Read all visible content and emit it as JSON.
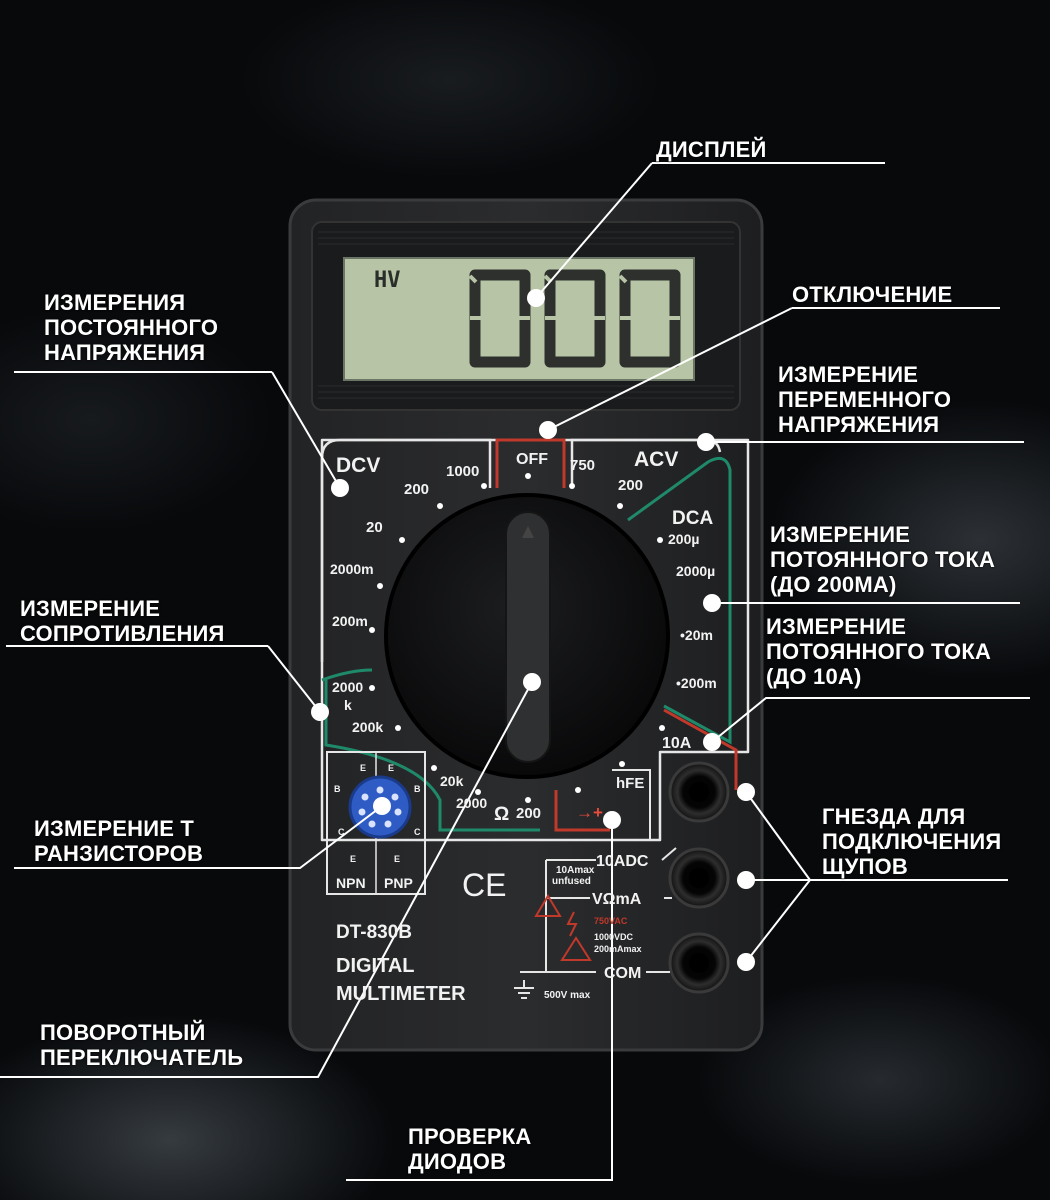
{
  "labels": {
    "display": "ДИСПЛЕЙ",
    "off_switch": "ОТКЛЮЧЕНИЕ",
    "dcv": [
      "ИЗМЕРЕНИЯ",
      "ПОСТОЯННОГО",
      "НАПРЯЖЕНИЯ"
    ],
    "acv": [
      "ИЗМЕРЕНИЕ",
      "ПЕРЕМЕННОГО",
      "НАПРЯЖЕНИЯ"
    ],
    "dca_200ma": [
      "ИЗМЕРЕНИЕ",
      "ПОТОЯННОГО ТОКА",
      "(ДО 200mA)"
    ],
    "dca_10a": [
      "ИЗМЕРЕНИЕ",
      "ПОТОЯННОГО ТОКА",
      "(ДО 10A)"
    ],
    "resistance": [
      "ИЗМЕРЕНИЕ",
      "СОПРОТИВЛЕНИЯ"
    ],
    "transistor": [
      "ИЗМЕРЕНИЕ Т",
      "РАНЗИСТОРОВ"
    ],
    "sockets": [
      "ГНЕЗДА ДЛЯ",
      "ПОДКЛЮЧЕНИЯ",
      "ЩУПОВ"
    ],
    "rotary_switch": [
      "ПОВОРОТНЫЙ",
      "ПЕРЕКЛЮЧАТЕЛЬ"
    ],
    "diode_test": [
      "ПРОВЕРКА",
      "ДИОДОВ"
    ]
  },
  "device": {
    "lcd_mode": "HV",
    "lcd_reading": "000",
    "off": "OFF",
    "dcv": {
      "title": "DCV",
      "ranges": [
        "1000",
        "200",
        "20",
        "2000m",
        "200m"
      ]
    },
    "acv": {
      "title": "ACV",
      "ranges": [
        "750",
        "200"
      ]
    },
    "dca": {
      "title": "DCA",
      "ranges": [
        "200µ",
        "2000µ",
        "•20m",
        "•200m"
      ]
    },
    "ten_a": "10A",
    "ohm": {
      "symbol": "Ω",
      "ranges": [
        "2000",
        "k",
        "200k",
        "20k",
        "2000",
        "200"
      ]
    },
    "hfe": "hFE",
    "diode_symbol": "→+",
    "transistor_socket": {
      "pins": [
        "E",
        "B",
        "C",
        "E",
        "B",
        "C",
        "E",
        "E"
      ],
      "npn": "NPN",
      "pnp": "PNP"
    },
    "ce_mark": "CE",
    "model": "DT-830B",
    "name_line1": "DIGITAL",
    "name_line2": "MULTIMETER",
    "ports": {
      "10adc": "10ADC",
      "v_ohm_ma": "VΩmA",
      "com": "COM",
      "10a_note1": "10Amax",
      "10a_note2": "unfused",
      "warn_ac": "750VAC",
      "warn_dc": "1000VDC",
      "warn_ma": "200mAmax",
      "ground_max": "500V max"
    }
  }
}
